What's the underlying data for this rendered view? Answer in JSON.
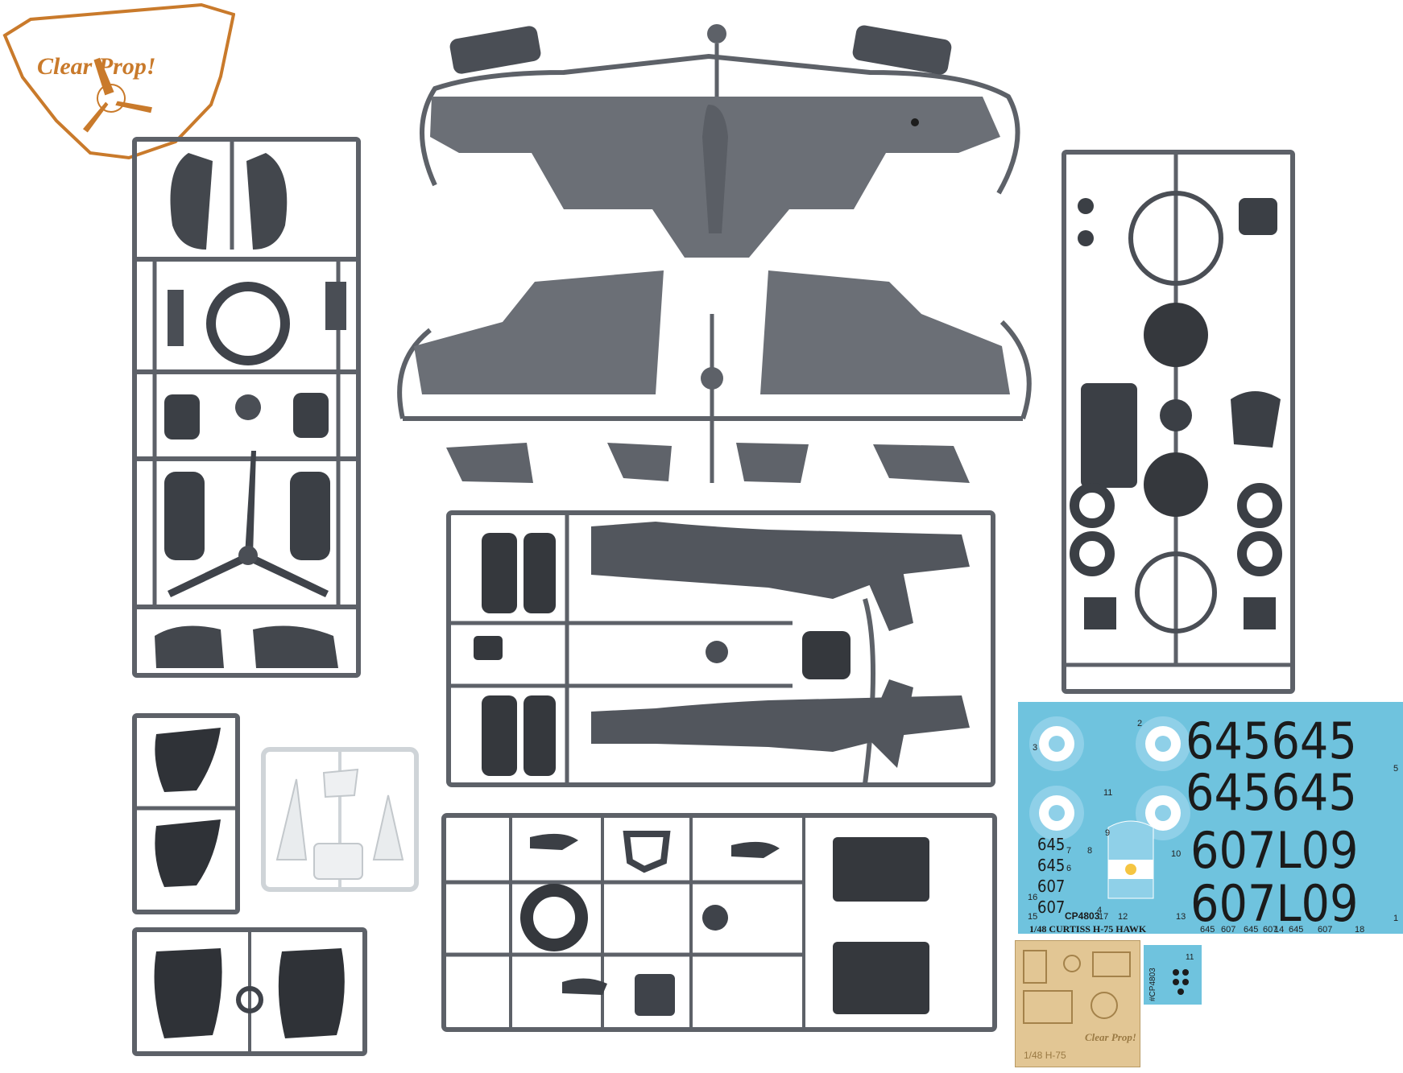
{
  "brand": {
    "logo_text": "Clear Prop!",
    "logo_color": "#c97a2b"
  },
  "sprues": {
    "plastic_color": "#5d6168",
    "clear_color": "#dfe3e6",
    "labels": [
      "Clear Prop!"
    ]
  },
  "decal_sheet": {
    "background_color": "#6fc3de",
    "kit_code": "CP4803",
    "kit_title": "1/48 CURTISS H-75 HAWK",
    "large_numbers": [
      "645645",
      "645645",
      "607L09",
      "607L09"
    ],
    "stacked_numbers": [
      "645",
      "645",
      "607",
      "607"
    ],
    "bottom_row": [
      "645",
      "607",
      "645",
      "607",
      "645",
      "607"
    ],
    "item_numbers": [
      "1",
      "2",
      "3",
      "4",
      "5",
      "6",
      "7",
      "8",
      "9",
      "10",
      "11",
      "12",
      "13",
      "14",
      "15",
      "16",
      "17",
      "18"
    ]
  },
  "photo_etch": {
    "label": "Clear Prop!",
    "title": "1/48 H-75"
  },
  "masks": {
    "code": "#CP4803",
    "number": "11"
  }
}
